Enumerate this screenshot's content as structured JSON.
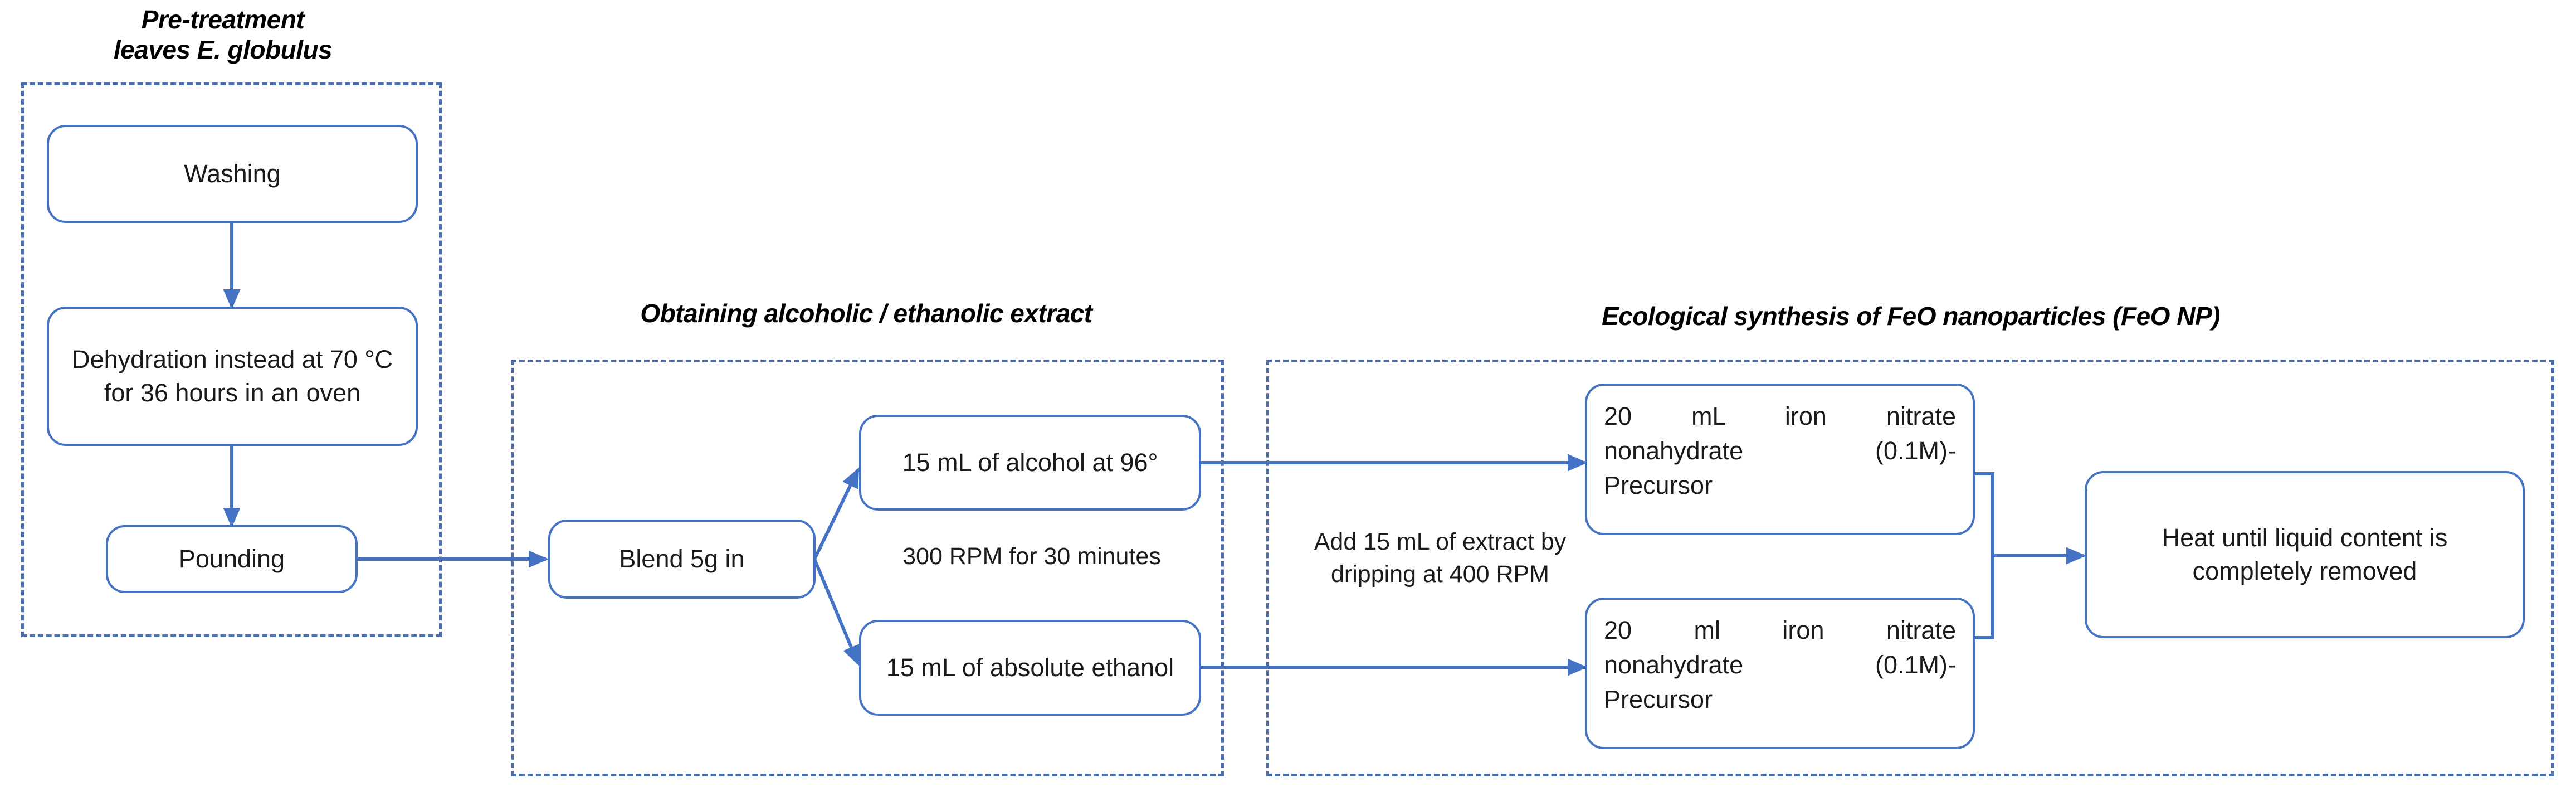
{
  "colors": {
    "connector": "#4472C4",
    "node_border": "#4472C4",
    "group_border": "#4D6EA8",
    "text": "#1a1a1a",
    "background": "#ffffff"
  },
  "groups": [
    {
      "id": "pre-treatment",
      "caption": "Pre-treatment\nleaves E. globulus"
    },
    {
      "id": "extract",
      "caption": "Obtaining alcoholic / ethanolic extract"
    },
    {
      "id": "synthesis",
      "caption": "Ecological synthesis of FeO nanoparticles (FeO NP)"
    }
  ],
  "nodes": {
    "washing": "Washing",
    "dehydration": "Dehydration instead at 70 °C for 36 hours in an oven",
    "pounding": "Pounding",
    "blend": "Blend 5g in",
    "alcohol96": "15 mL of alcohol at 96°",
    "absolute_ethanol": "15 mL of absolute ethanol",
    "precursor_top_line1": "20 mL iron nitrate",
    "precursor_top_line2": "nonahydrate (0.1M)-",
    "precursor_top_line3": "Precursor",
    "precursor_bottom_line1": "20 ml iron nitrate",
    "precursor_bottom_line2": "nonahydrate (0.1M)-",
    "precursor_bottom_line3": "Precursor",
    "heat": "Heat until liquid content is completely removed"
  },
  "annotations": {
    "rpm_300": "300 RPM for 30 minutes",
    "add_extract": "Add 15 mL of extract by\ndripping at 400 RPM"
  }
}
